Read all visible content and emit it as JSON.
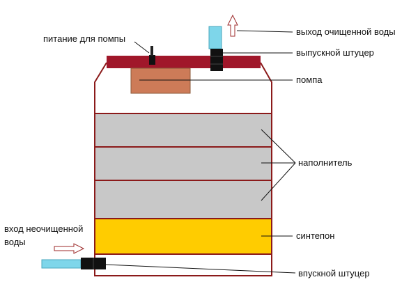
{
  "labels": {
    "pump_power": "питание для помпы",
    "clean_water_out": "выход очищенной воды",
    "outlet_fitting": "выпускной штуцер",
    "pump": "помпа",
    "filler": "наполнитель",
    "sintepon": "синтепон",
    "raw_water_in_line1": "вход неочищенной",
    "raw_water_in_line2": "воды",
    "inlet_fitting": "впускной штуцер"
  },
  "colors": {
    "lid": "#a0172a",
    "outline": "#8b1a1a",
    "pump": "#cd7b58",
    "filler": "#c8c8c8",
    "sintepon": "#ffcc00",
    "water_pipe": "#7ed6ea",
    "fitting": "#111111",
    "arrow": "#9c2a2a"
  },
  "icons": {
    "outlet_flow": "arrow-up-icon",
    "inlet_flow": "arrow-right-icon"
  }
}
